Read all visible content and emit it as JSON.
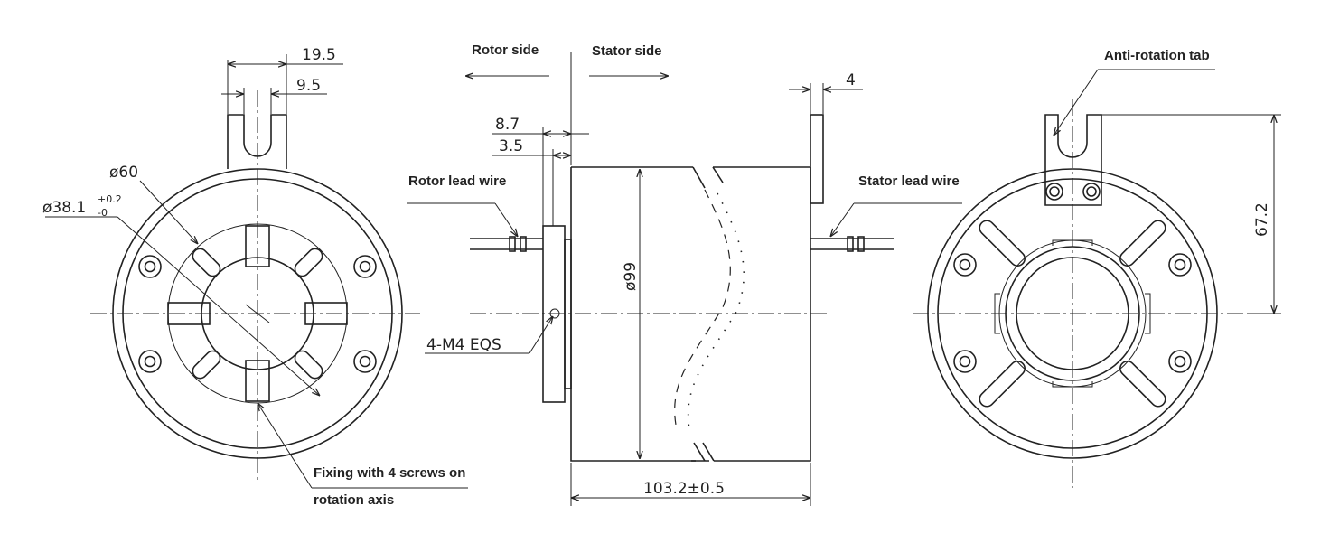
{
  "labels": {
    "rotor_side": "Rotor side",
    "stator_side": "Stator side",
    "rotor_lead_wire": "Rotor lead wire",
    "stator_lead_wire": "Stator lead wire",
    "anti_rotation_tab": "Anti-rotation tab",
    "fixing_line1": "Fixing with 4 screws on",
    "fixing_line2": "rotation axis"
  },
  "dimensions": {
    "tab_width": "19.5",
    "tab_slot": "9.5",
    "dia_60": "ø60",
    "dia_38_main": "ø38.1",
    "dia_38_tol_plus": "+0.2",
    "dia_38_tol_minus": "-0",
    "flange_8_7": "8.7",
    "flange_3_5": "3.5",
    "body_dia": "ø99",
    "screws": "4-M4 EQS",
    "tab_thickness": "4",
    "length": "103.2±0.5",
    "tab_height": "67.2"
  }
}
